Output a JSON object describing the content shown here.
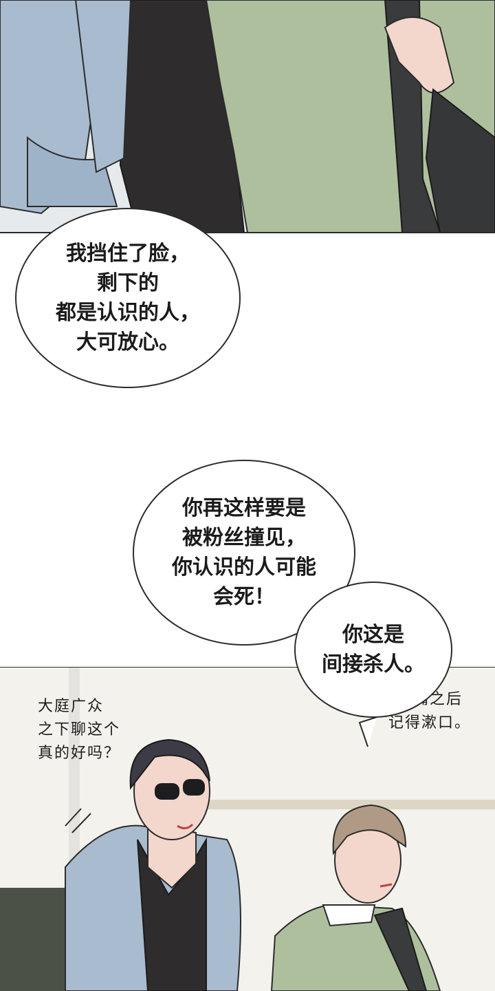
{
  "bubbles": {
    "b1": "我挡住了脸，\n剩下的\n都是认识的人，\n大可放心。",
    "b2": "你再这样要是\n被粉丝撞见，\n你认识的人可能\n会死！",
    "b3": "你这是\n间接杀人。"
  },
  "handwritten": {
    "left": "大庭广众\n之下聊这个\n真的好吗？",
    "right": "用嘴之后\n记得漱口。"
  },
  "colors": {
    "shirt_blue": "#a9bccf",
    "sweater_green": "#aebf9e",
    "dark_shirt": "#2d2b2b",
    "hair_dark": "#3c3b46",
    "hair_light": "#b09a86",
    "skin": "#f3d6cc"
  }
}
